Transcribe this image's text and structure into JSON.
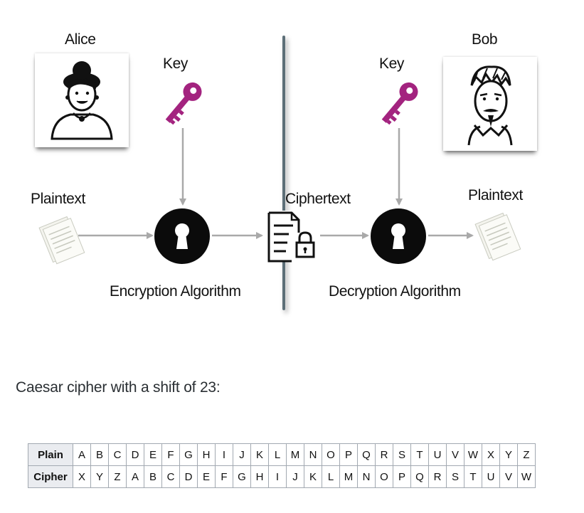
{
  "diagram": {
    "sender_name": "Alice",
    "receiver_name": "Bob",
    "key_label_left": "Key",
    "key_label_right": "Key",
    "plaintext_label_left": "Plaintext",
    "plaintext_label_right": "Plaintext",
    "ciphertext_label": "Ciphertext",
    "encryption_label": "Encryption Algorithm",
    "decryption_label": "Decryption Algorithm",
    "colors": {
      "key": "#a3237f",
      "lock": "#0b0b0b",
      "arrow": "#a9a9a9",
      "divider": "#5d6f78"
    }
  },
  "caption": "Caesar cipher with a shift of 23:",
  "table": {
    "plain_header": "Plain",
    "cipher_header": "Cipher",
    "plain": [
      "A",
      "B",
      "C",
      "D",
      "E",
      "F",
      "G",
      "H",
      "I",
      "J",
      "K",
      "L",
      "M",
      "N",
      "O",
      "P",
      "Q",
      "R",
      "S",
      "T",
      "U",
      "V",
      "W",
      "X",
      "Y",
      "Z"
    ],
    "cipher": [
      "X",
      "Y",
      "Z",
      "A",
      "B",
      "C",
      "D",
      "E",
      "F",
      "G",
      "H",
      "I",
      "J",
      "K",
      "L",
      "M",
      "N",
      "O",
      "P",
      "Q",
      "R",
      "S",
      "T",
      "U",
      "V",
      "W"
    ]
  }
}
